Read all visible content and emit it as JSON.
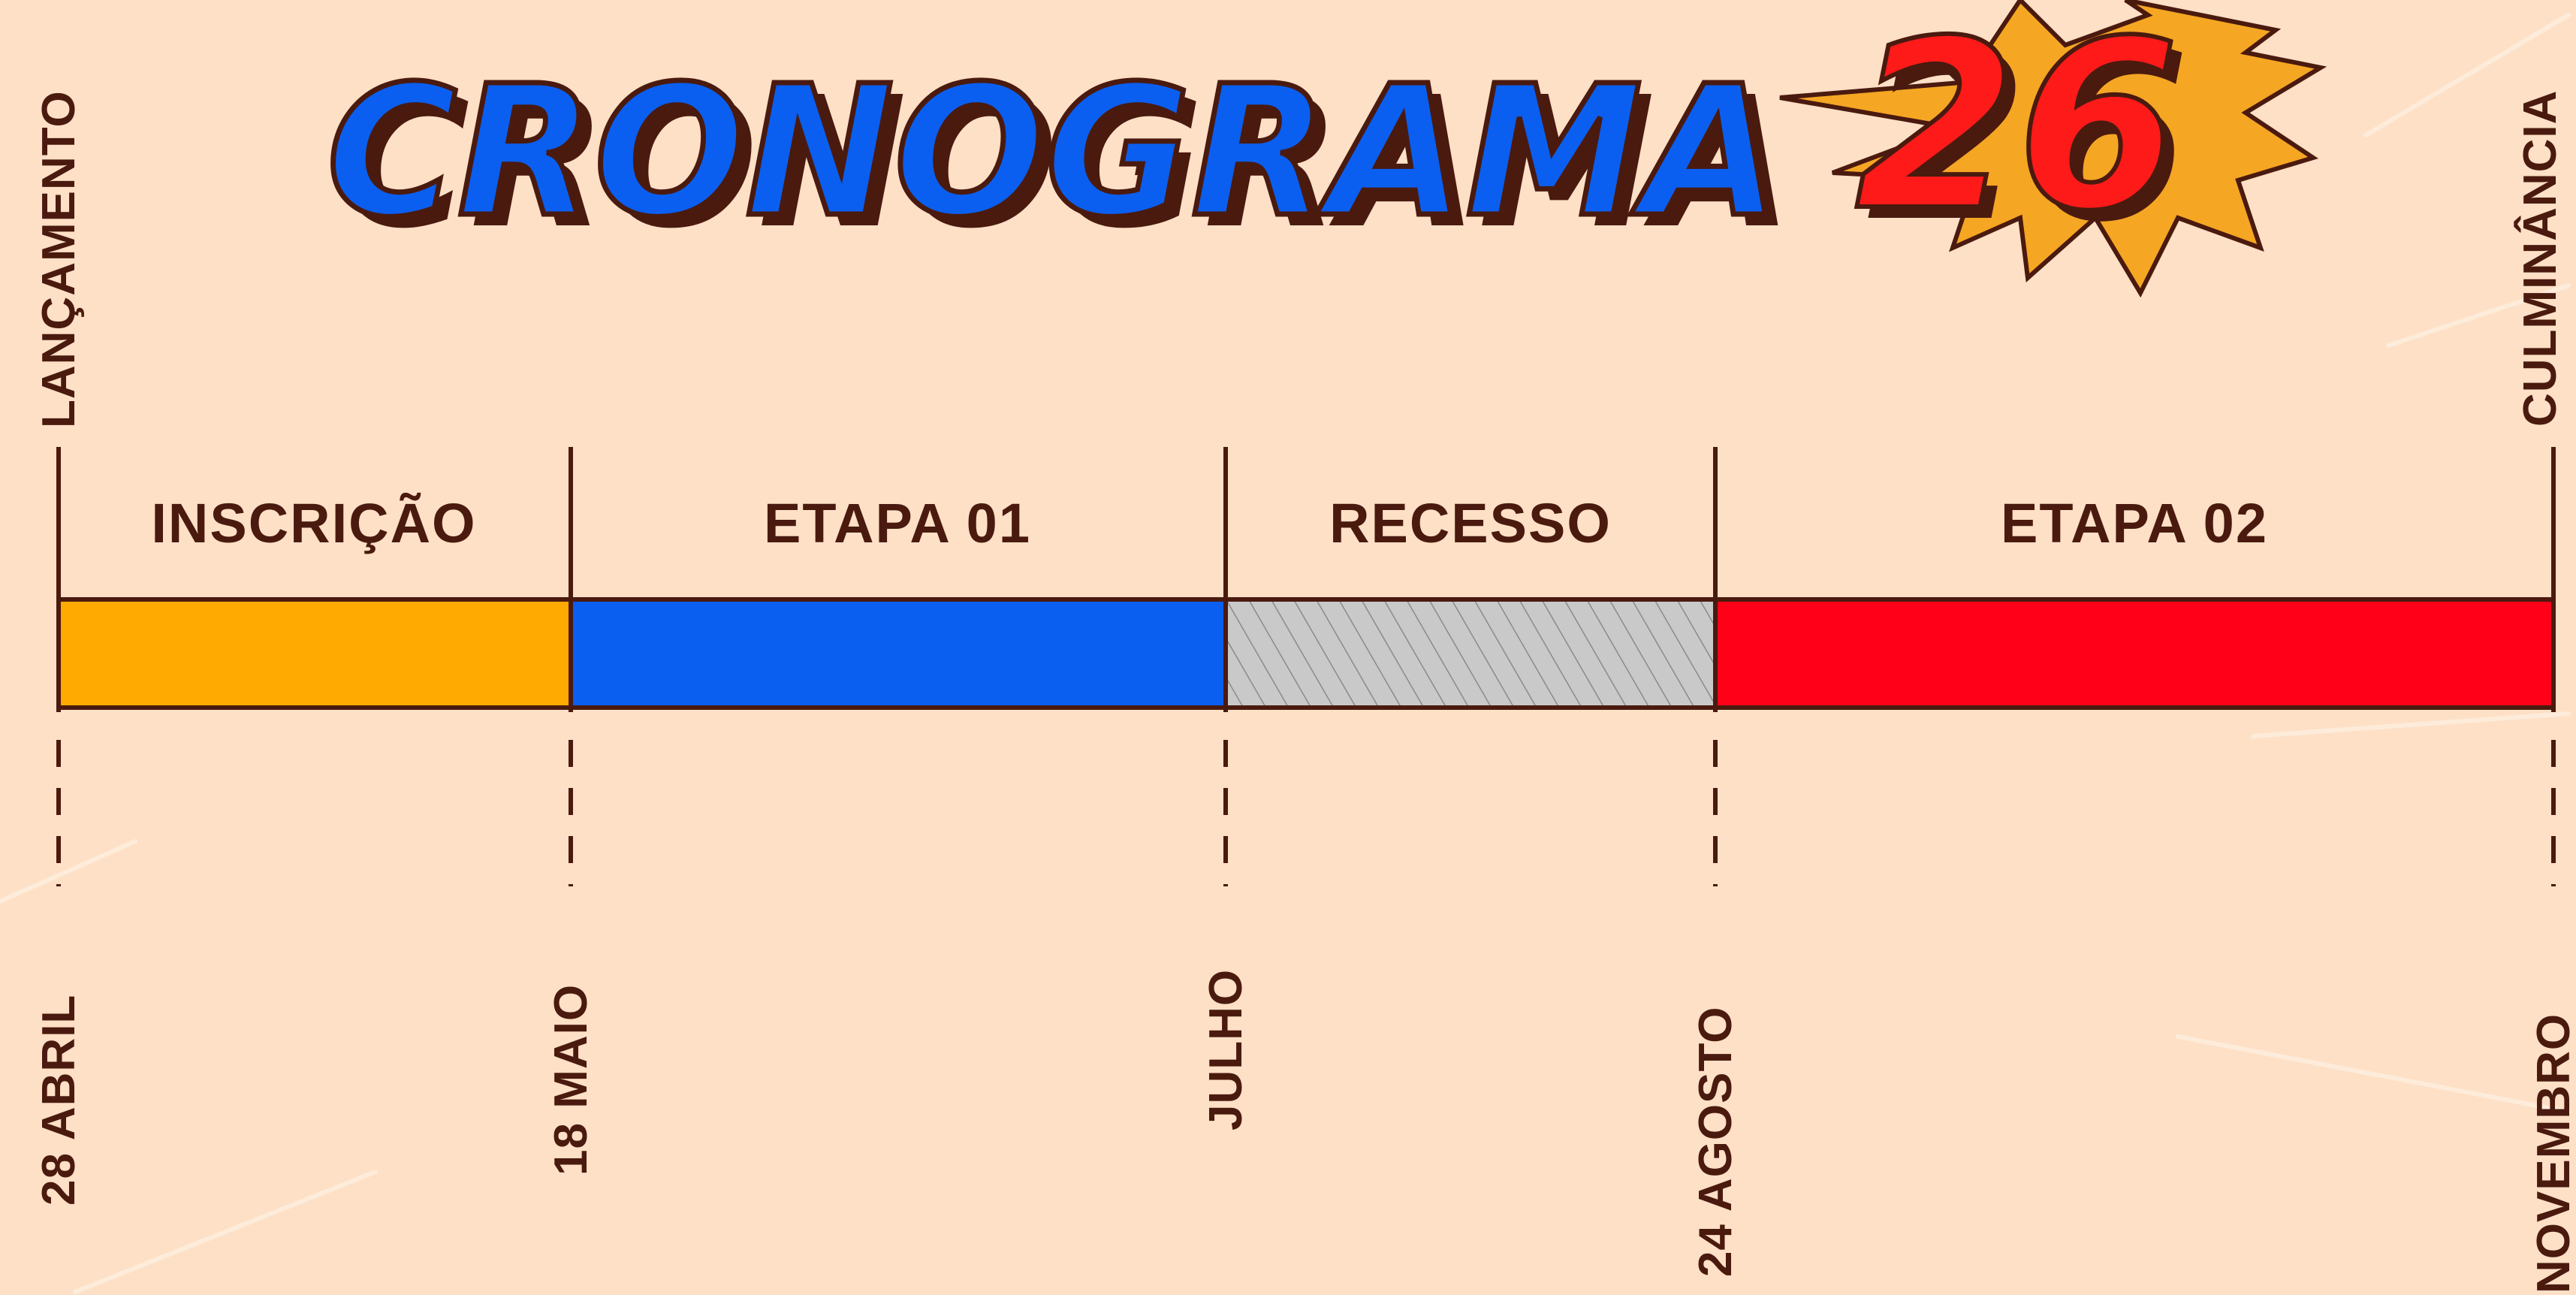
{
  "title": {
    "main": "CRONOGRAMA",
    "number": "26",
    "main_color": "#0a5ff0",
    "number_color": "#ff1a1a",
    "burst_color": "#f5a623"
  },
  "milestones": {
    "start_event": "LANÇAMENTO",
    "end_event": "CULMINÂNCIA"
  },
  "segments": [
    {
      "label": "INSCRIÇÃO",
      "color": "#ffaa00",
      "pattern": "solid"
    },
    {
      "label": "ETAPA 01",
      "color": "#0a5ff0",
      "pattern": "solid"
    },
    {
      "label": "RECESSO",
      "color": "#c9c9c9",
      "pattern": "hatched"
    },
    {
      "label": "ETAPA 02",
      "color": "#ff0018",
      "pattern": "solid"
    }
  ],
  "dates": [
    "28 ABRIL",
    "18 MAIO",
    "JULHO",
    "24 AGOSTO",
    "NOVEMBRO"
  ],
  "colors": {
    "background": "#fde0c6",
    "ink": "#4a1a0f"
  }
}
